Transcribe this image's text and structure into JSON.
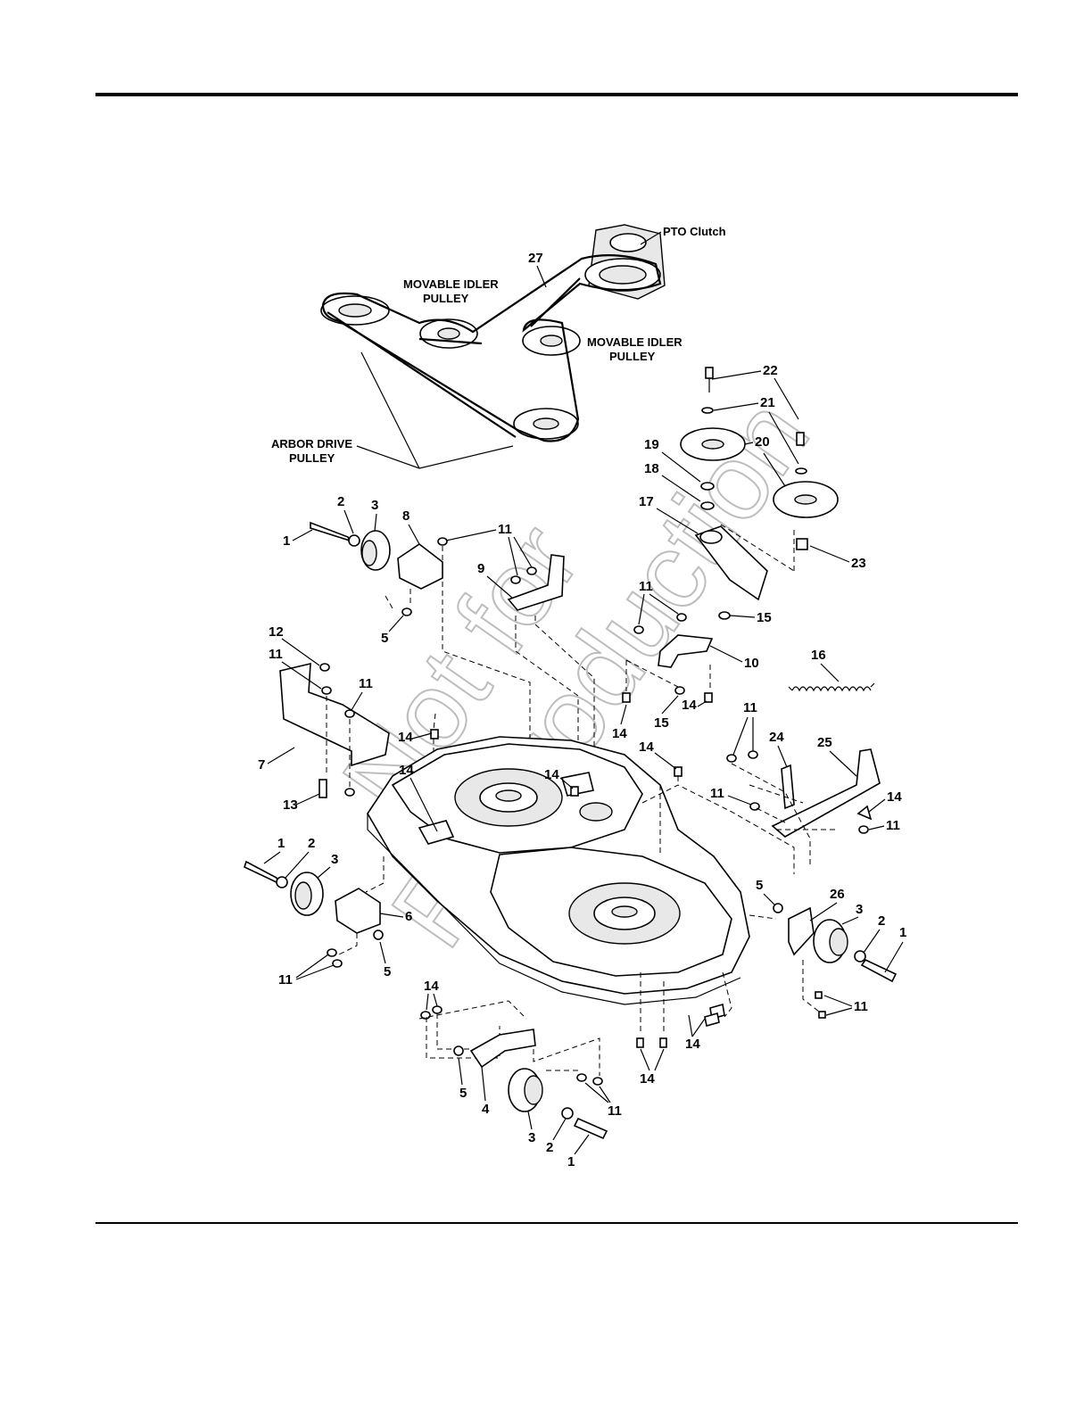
{
  "labels": {
    "pto_clutch": "PTO Clutch",
    "movable_idler_1_line1": "MOVABLE IDLER",
    "movable_idler_1_line2": "PULLEY",
    "movable_idler_2_line1": "MOVABLE IDLER",
    "movable_idler_2_line2": "PULLEY",
    "arbor_drive_line1": "ARBOR DRIVE",
    "arbor_drive_line2": "PULLEY"
  },
  "watermark": {
    "line1": "Not for",
    "line2": "Reproduction"
  },
  "callouts": {
    "c27": "27",
    "c22": "22",
    "c21": "21",
    "c20": "20",
    "c19": "19",
    "c18": "18",
    "c17": "17",
    "c23": "23",
    "c15a": "15",
    "c16": "16",
    "c10": "10",
    "c11_top_a": "11",
    "c11_top_b": "11",
    "c1_tl": "1",
    "c2_tl": "2",
    "c3_tl": "3",
    "c8": "8",
    "c11_tl": "11",
    "c9": "9",
    "c5_tl": "5",
    "c12": "12",
    "c11_l1": "11",
    "c11_l2": "11",
    "c7": "7",
    "c13": "13",
    "c14_l": "14",
    "c14_mid": "14",
    "c15b": "15",
    "c14_r1": "14",
    "c14_r2": "14",
    "c11_r1": "11",
    "c24": "24",
    "c25": "25",
    "c14_r3": "14",
    "c11_r2": "11",
    "c11_r3": "11",
    "c14_r4": "14",
    "c14_c": "14",
    "c1_ml": "1",
    "c2_ml": "2",
    "c3_ml": "3",
    "c6": "6",
    "c5_ml": "5",
    "c11_ml": "11",
    "c5_mr": "5",
    "c26": "26",
    "c3_mr": "3",
    "c2_mr": "2",
    "c1_mr": "1",
    "c11_mr": "11",
    "c14_b1": "14",
    "c14_b2": "14",
    "c14_b3": "14",
    "c5_b": "5",
    "c4": "4",
    "c11_b": "11",
    "c3_b": "3",
    "c2_b": "2",
    "c1_b": "1"
  }
}
